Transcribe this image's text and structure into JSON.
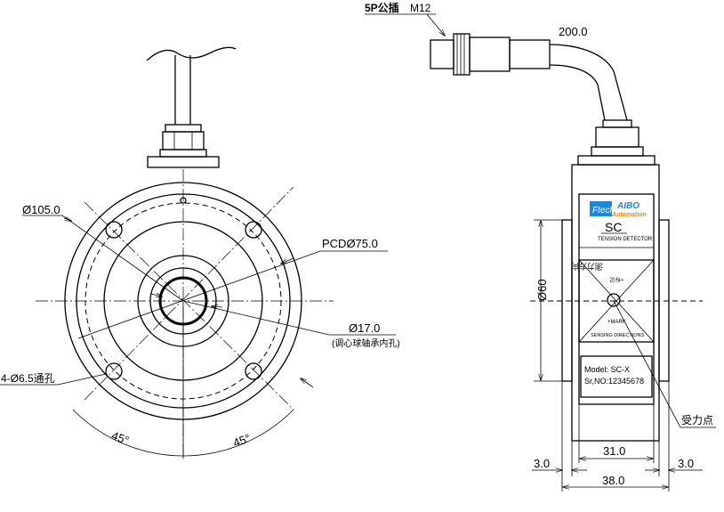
{
  "front_view": {
    "dim_outer": "Ø105.0",
    "dim_pcd": "PCDØ75.0",
    "dim_bore": "Ø17.0",
    "dim_bore_note": "(调心球轴承内孔)",
    "dim_holes": "4-Ø6.5通孔",
    "angle_left": "45°",
    "angle_right": "45°"
  },
  "side_view": {
    "connector_label": "5P公插",
    "connector_size": "M12",
    "cable_length": "200.0",
    "brand_logo": "Ftech",
    "brand_name": "AIBO",
    "brand_sub": "Automation",
    "model_code": "SC",
    "product_name": "TENSION DETECTOR",
    "sensing_cn": "测力方向",
    "mark_cn": "+标记",
    "mark_en": "+MARK",
    "sensing_en": "SENSING DIRECTIONS",
    "model_line": "Model: SC-X",
    "serial_line": "Sr,NO:12345678",
    "dim_height": "Ø60",
    "force_point": "受力点",
    "dim_width": "31.0",
    "dim_flange_left": "3.0",
    "dim_flange_right": "3.0",
    "dim_total": "38.0"
  }
}
